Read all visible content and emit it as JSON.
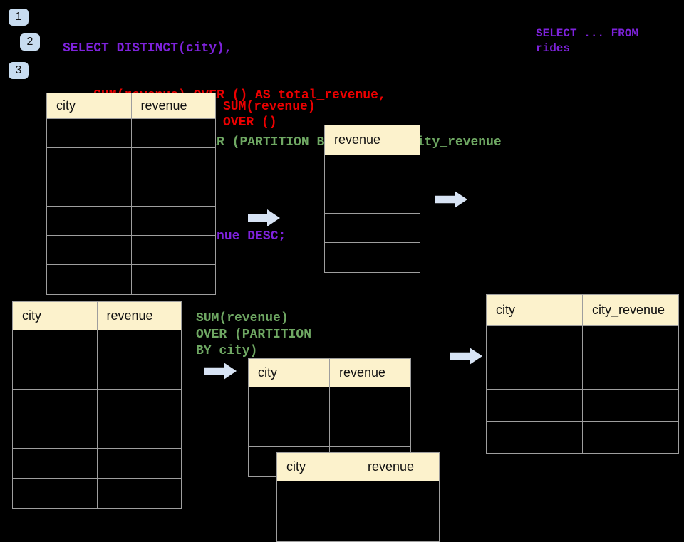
{
  "colors": {
    "background": "#000000",
    "table_header_fill": "#FCF2CC",
    "table_border": "#9E9E9E",
    "arrow_fill": "#D7E3F4",
    "badge_fill": "#C8DCF0",
    "sql_purple": "#7E22DC",
    "sql_red": "#EC0000",
    "sql_green": "#6FA863"
  },
  "step_badges": [
    "1",
    "2",
    "3"
  ],
  "sql_code": {
    "lines": [
      {
        "text": "SELECT DISTINCT(city),",
        "color": "#7E22DC"
      },
      {
        "text": "    SUM(revenue) OVER () AS total_revenue,",
        "color": "#EC0000"
      },
      {
        "text": "    SUM(revenue) OVER (PARTITION BY city) as city_revenue",
        "color": "#6FA863"
      },
      {
        "text": "  FROM rides",
        "color": "#7E22DC"
      },
      {
        "text": "  ORDER by city_revenue DESC;",
        "color": "#7E22DC"
      }
    ]
  },
  "side_note": {
    "text": "SELECT ... FROM\nrides",
    "color": "#7E22DC"
  },
  "annotations": {
    "total_window": {
      "text": "SUM(revenue)\nOVER ()",
      "color": "#EC0000"
    },
    "partition_window": {
      "text": "SUM(revenue)\nOVER (PARTITION\nBY city)",
      "color": "#6FA863"
    }
  },
  "tables": {
    "source_top": {
      "headers": [
        "city",
        "revenue"
      ],
      "empty_row_count": 6
    },
    "total_revenue_result": {
      "headers": [
        "revenue"
      ],
      "empty_row_count": 4
    },
    "source_bottom": {
      "headers": [
        "city",
        "revenue"
      ],
      "empty_row_count": 6
    },
    "partition_group_a": {
      "headers": [
        "city",
        "revenue"
      ],
      "empty_row_count": 3
    },
    "partition_group_b": {
      "headers": [
        "city",
        "revenue"
      ],
      "empty_row_count": 2
    },
    "city_revenue_result": {
      "headers": [
        "city",
        "city_revenue"
      ],
      "empty_row_count": 4
    }
  }
}
